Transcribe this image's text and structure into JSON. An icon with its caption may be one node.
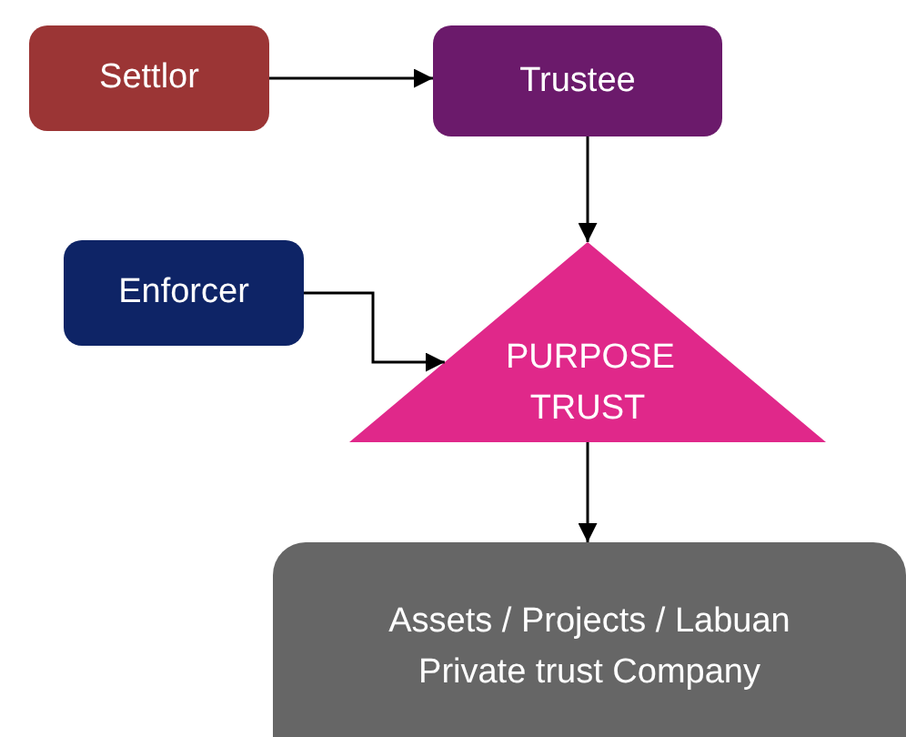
{
  "diagram": {
    "nodes": [
      {
        "text": [
          "Settlor"
        ]
      },
      {
        "text": [
          "Trustee"
        ]
      },
      {
        "text": [
          "Enforcer"
        ]
      },
      {
        "text": [
          "PURPOSE TRUST"
        ]
      },
      {
        "text": [
          "Assets / Projects / Labuan Private trust Company"
        ]
      }
    ],
    "edges": [
      {
        "from": 0,
        "to": 1,
        "arrow": "to"
      },
      {
        "from": 1,
        "to": 3,
        "arrow": "to"
      },
      {
        "from": 2,
        "to": 3,
        "arrow": "to"
      },
      {
        "from": 3,
        "to": 4,
        "arrow": "to"
      }
    ]
  }
}
